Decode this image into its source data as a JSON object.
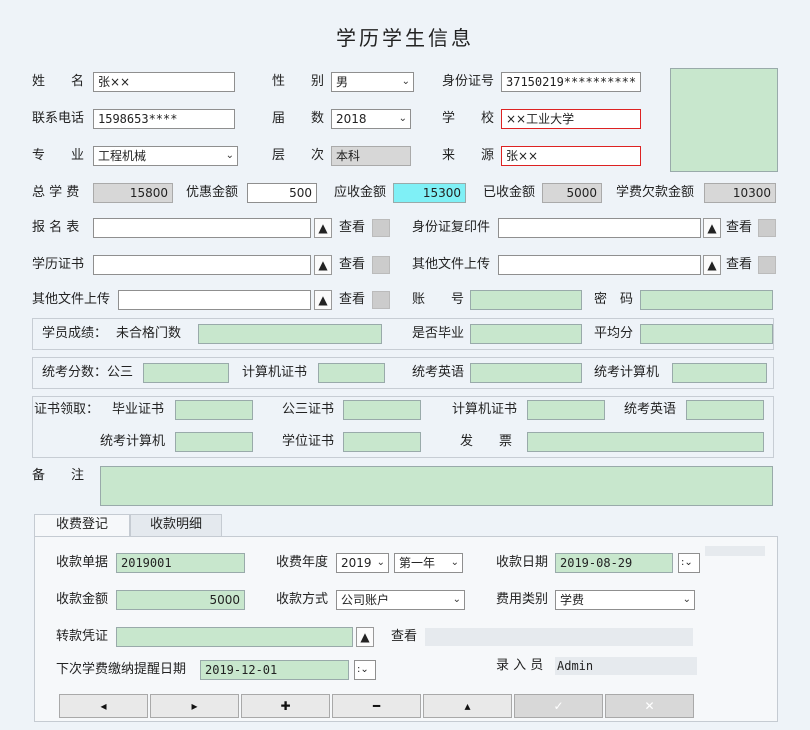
{
  "title": "学历学生信息",
  "labels": {
    "name": "姓　　名",
    "gender": "性　　别",
    "idno": "身份证号",
    "phone": "联系电话",
    "cohort": "届　　数",
    "school": "学　　校",
    "major": "专　　业",
    "level": "层　　次",
    "source": "来　　源",
    "total_fee": "总 学 费",
    "discount": "优惠金额",
    "receivable": "应收金额",
    "received": "已收金额",
    "owed": "学费欠款金额",
    "reg_form": "报 名 表",
    "id_copy": "身份证复印件",
    "diploma": "学历证书",
    "other_upload": "其他文件上传",
    "other_upload2": "其他文件上传",
    "view": "查看",
    "account": "账　　号",
    "password": "密　码",
    "score": "学员成绩：",
    "failed_count": "未合格门数",
    "graduated": "是否毕业",
    "avg": "平均分",
    "exam_score": "统考分数：公三",
    "computer_cert": "计算机证书",
    "exam_english": "统考英语",
    "exam_computer": "统考计算机",
    "cert_pickup": "证书领取：",
    "grad_cert": "毕业证书",
    "gongsan_cert": "公三证书",
    "computer_cert2": "计算机证书",
    "exam_english2": "统考英语",
    "exam_computer2": "统考计算机",
    "degree_cert": "学位证书",
    "invoice": "发　　票",
    "remarks": "备　　注"
  },
  "fields": {
    "name": "张××",
    "gender": "男",
    "idno": "37150219**********",
    "phone": "1598653****",
    "cohort": "2018",
    "school": "××工业大学",
    "major": "工程机械",
    "level": "本科",
    "source": "张××",
    "total_fee": "15800",
    "discount": "500",
    "receivable": "15300",
    "received": "5000",
    "owed": "10300"
  },
  "tabs": [
    "收费登记",
    "收款明细"
  ],
  "payment": {
    "labels": {
      "receipt_no": "收款单据",
      "fee_year": "收费年度",
      "pay_date": "收款日期",
      "amount": "收款金额",
      "method": "收款方式",
      "category": "费用类别",
      "voucher": "转款凭证",
      "view": "查看",
      "next_date": "下次学费缴纳提醒日期",
      "operator": "录 入 员"
    },
    "receipt_no": "2019001",
    "fee_year": "2019",
    "year_term": "第一年",
    "pay_date": "2019-08-29",
    "amount": "5000",
    "method": "公司账户",
    "category": "学费",
    "next_date": "2019-12-01",
    "operator": "Admin"
  },
  "buttons": [
    "◂",
    "▸",
    "✚",
    "━",
    "▴",
    "✓",
    "✕"
  ],
  "glyphs": {
    "dropdown": "⌄",
    "upload": "▲",
    "date_picker": ":⌄"
  }
}
